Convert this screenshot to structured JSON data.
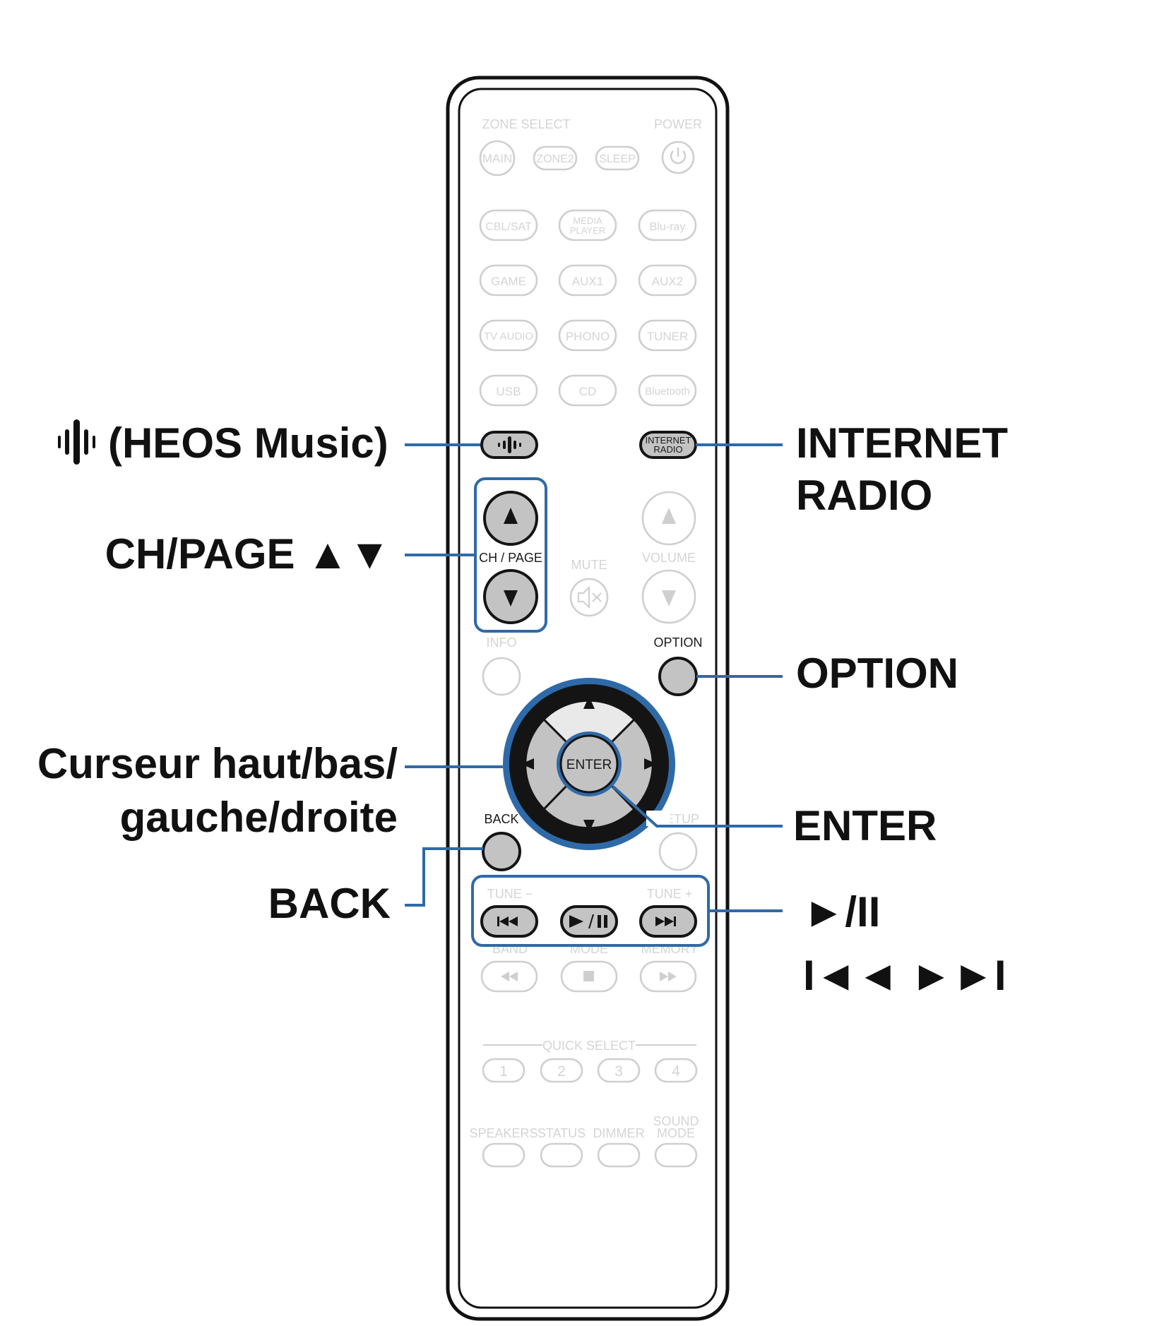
{
  "remote": {
    "zone_select": "ZONE SELECT",
    "power": "POWER",
    "main": "MAIN",
    "zone2": "ZONE2",
    "sleep": "SLEEP",
    "cbl_sat": "CBL/SAT",
    "media_player_1": "MEDIA",
    "media_player_2": "PLAYER",
    "bluray": "Blu-ray",
    "game": "GAME",
    "aux1": "AUX1",
    "aux2": "AUX2",
    "tv_audio": "TV AUDIO",
    "phono": "PHONO",
    "tuner": "TUNER",
    "usb": "USB",
    "cd": "CD",
    "bluetooth": "Bluetooth",
    "internet_radio_1": "INTERNET",
    "internet_radio_2": "RADIO",
    "ch_page": "CH / PAGE",
    "mute": "MUTE",
    "volume": "VOLUME",
    "info": "INFO",
    "option": "OPTION",
    "enter": "ENTER",
    "back": "BACK",
    "setup": "SETUP",
    "tune_minus": "TUNE −",
    "tune_plus": "TUNE +",
    "band": "BAND",
    "mode": "MODE",
    "memory": "MEMORY",
    "quick_select": "QUICK SELECT",
    "qs": [
      "1",
      "2",
      "3",
      "4"
    ],
    "speakers": "SPEAKERS",
    "status": "STATUS",
    "dimmer": "DIMMER",
    "sound_mode_1": "SOUND",
    "sound_mode_2": "MODE"
  },
  "callouts": {
    "heos": "(HEOS Music)",
    "internet_1": "INTERNET",
    "internet_2": "RADIO",
    "ch_page": "CH/PAGE ▲▼",
    "option": "OPTION",
    "cursor_1": "Curseur haut/bas/",
    "cursor_2": "gauche/droite",
    "enter": "ENTER",
    "back": "BACK",
    "play_pause": "►/II",
    "skip": "I◄◄ ►►I"
  },
  "colors": {
    "accent": "#2f6aa8",
    "active_button": "#c3c3c3",
    "inactive_marking": "#cfcfcf"
  }
}
